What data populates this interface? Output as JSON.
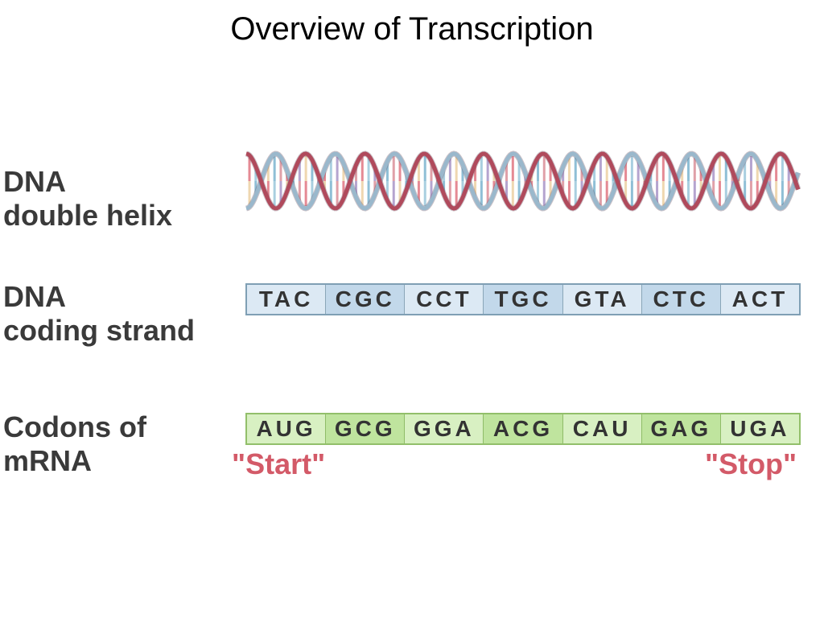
{
  "title": "Overview of Transcription",
  "rows": {
    "helix": {
      "label_line1": "DNA",
      "label_line2": "double helix"
    },
    "coding": {
      "label_line1": "DNA",
      "label_line2": "coding strand",
      "codons": [
        "TAC",
        "CGC",
        "CCT",
        "TGC",
        "GTA",
        "CTC",
        "ACT"
      ]
    },
    "mrna": {
      "label_line1": "Codons of",
      "label_line2": "mRNA",
      "codons": [
        "AUG",
        "GCG",
        "GGA",
        "ACG",
        "CAU",
        "GAG",
        "UGA"
      ]
    }
  },
  "markers": {
    "start": "\"Start\"",
    "stop": "\"Stop\""
  },
  "colors": {
    "coding_light": "#dce9f4",
    "coding_dark": "#c2d8ea",
    "mrna_light": "#d8f0c2",
    "mrna_dark": "#bfe49e",
    "marker_red": "#d35a68",
    "backbone_red": "#b04a5c",
    "backbone_blue": "#9ab8cc"
  }
}
